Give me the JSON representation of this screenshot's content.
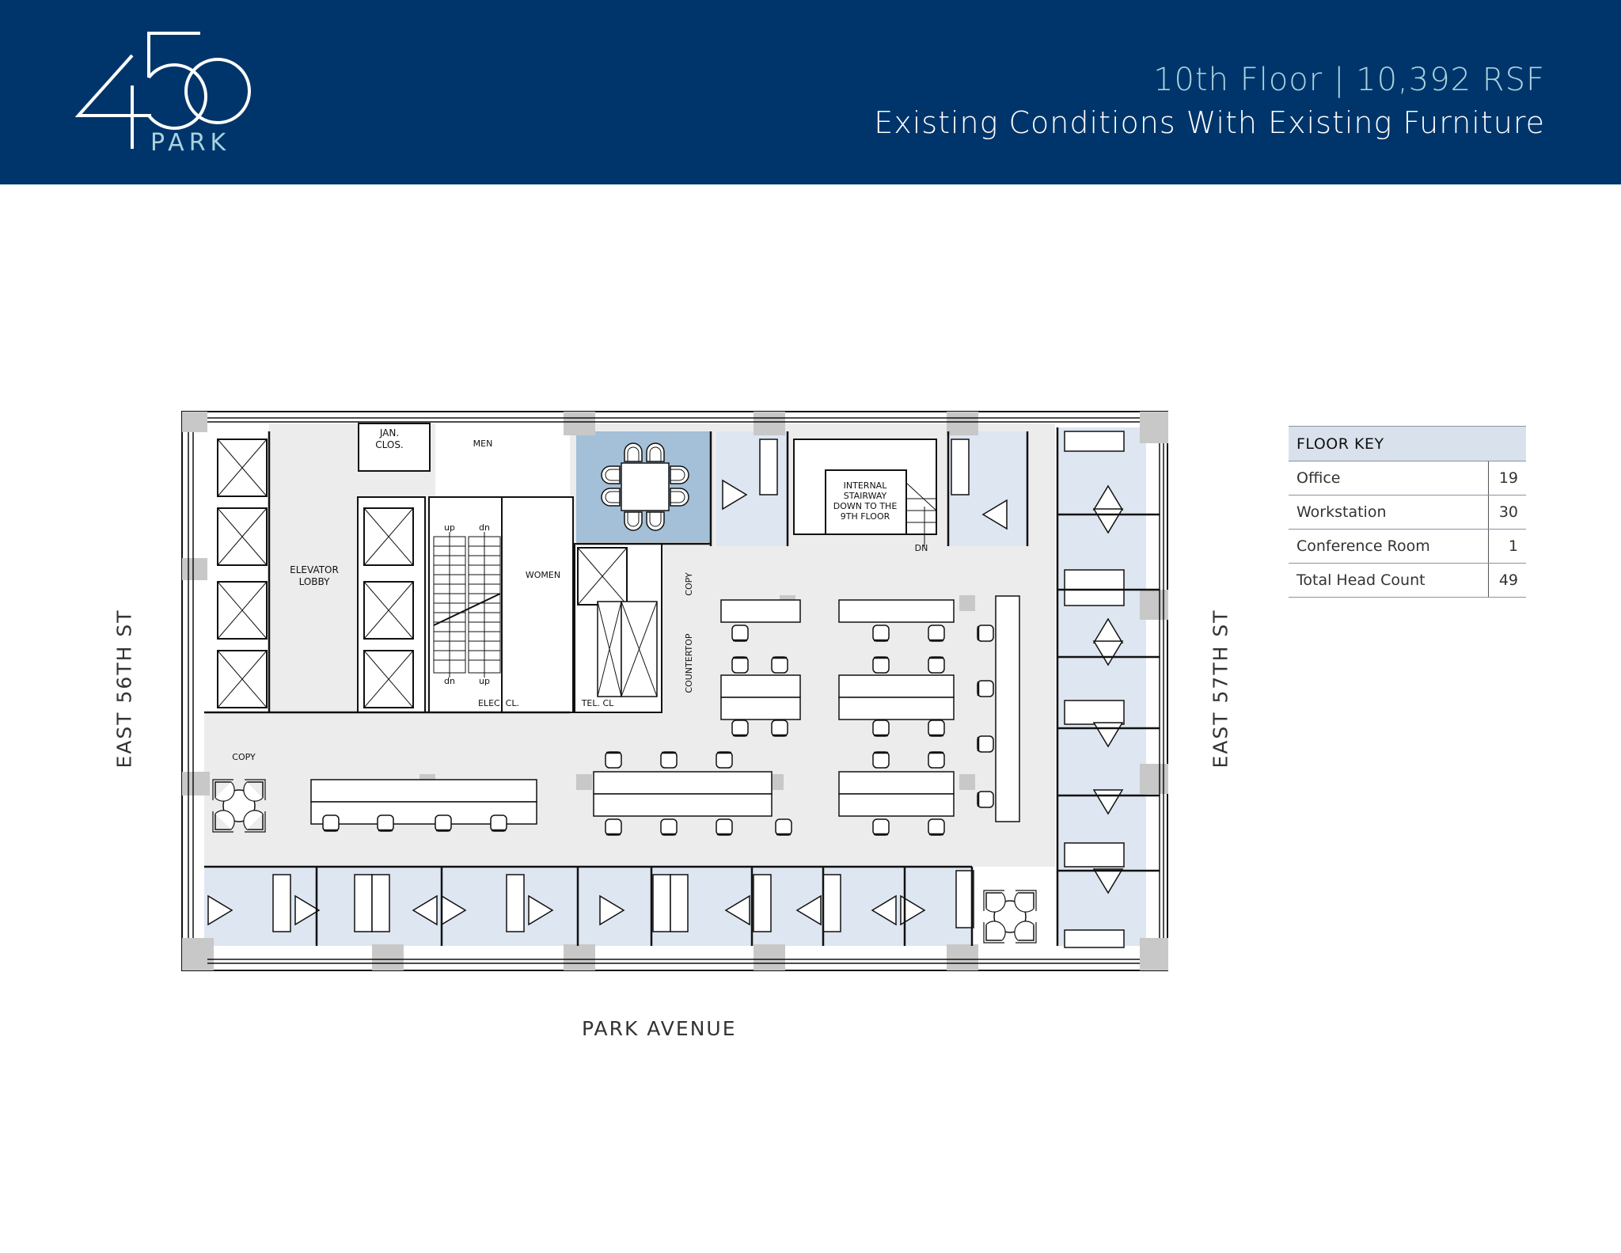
{
  "header": {
    "logo": {
      "number": "450",
      "word": "PARK"
    },
    "floor_title": "10th Floor  |  10,392 RSF",
    "floor_name": "10th Floor",
    "separator": "|",
    "rsf": "10,392 RSF",
    "subtitle": "Existing Conditions With Existing Furniture"
  },
  "colors": {
    "header_bg": "#00356b",
    "header_accent_text": "#a9d3de",
    "corridor_fill": "#ececec",
    "office_fill": "#dde6f1",
    "conference_fill": "#a4bfd8",
    "column_fill": "#c8c8c8",
    "key_header_fill": "#d9e2ec"
  },
  "streets": {
    "left": "EAST 56TH ST",
    "right": "EAST 57TH ST",
    "bottom": "PARK AVENUE"
  },
  "floor_plan": {
    "room_labels": {
      "jan_clos_1": "JAN.",
      "jan_clos_2": "CLOS.",
      "men": "MEN",
      "women": "WOMEN",
      "elevator_lobby_1": "ELEVATOR",
      "elevator_lobby_2": "LOBBY",
      "elec_cl": "ELEC. CL.",
      "tel_cl": "TEL. CL",
      "copy_top": "COPY",
      "copy_left": "COPY",
      "countertop": "COUNTERTOP",
      "stair_up_1": "up",
      "stair_dn_1": "dn",
      "stair_dn_2": "dn",
      "stair_up_2": "up",
      "internal_stair_1": "INTERNAL",
      "internal_stair_2": "STAIRWAY",
      "internal_stair_3": "DOWN  TO  THE",
      "internal_stair_4": "9TH  FLOOR",
      "internal_stair_dn": "DN"
    }
  },
  "floor_key": {
    "title": "FLOOR KEY",
    "rows": [
      {
        "label": "Office",
        "value": "19"
      },
      {
        "label": "Workstation",
        "value": "30"
      },
      {
        "label": "Conference Room",
        "value": "1"
      },
      {
        "label": "Total Head Count",
        "value": "49"
      }
    ]
  }
}
